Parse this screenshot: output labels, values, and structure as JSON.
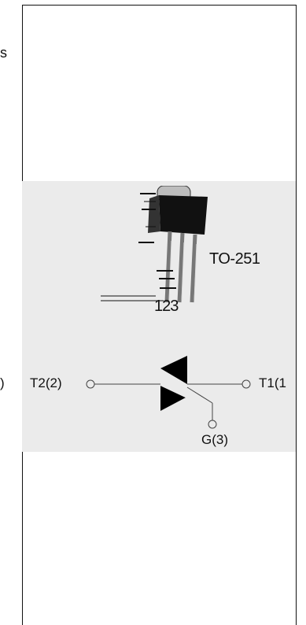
{
  "page": {
    "edge_text": "s"
  },
  "diagram": {
    "package_label": "TO-251",
    "pin_numbers": "123",
    "left_edge_mark": ")",
    "terminal_left": "T2(2)",
    "terminal_right": "T1(1",
    "gate_label": "G(3)"
  },
  "colors": {
    "panel_background": "#ebebeb",
    "component_body": "#111111",
    "component_tab": "#bdbdbd",
    "line": "#333333"
  }
}
